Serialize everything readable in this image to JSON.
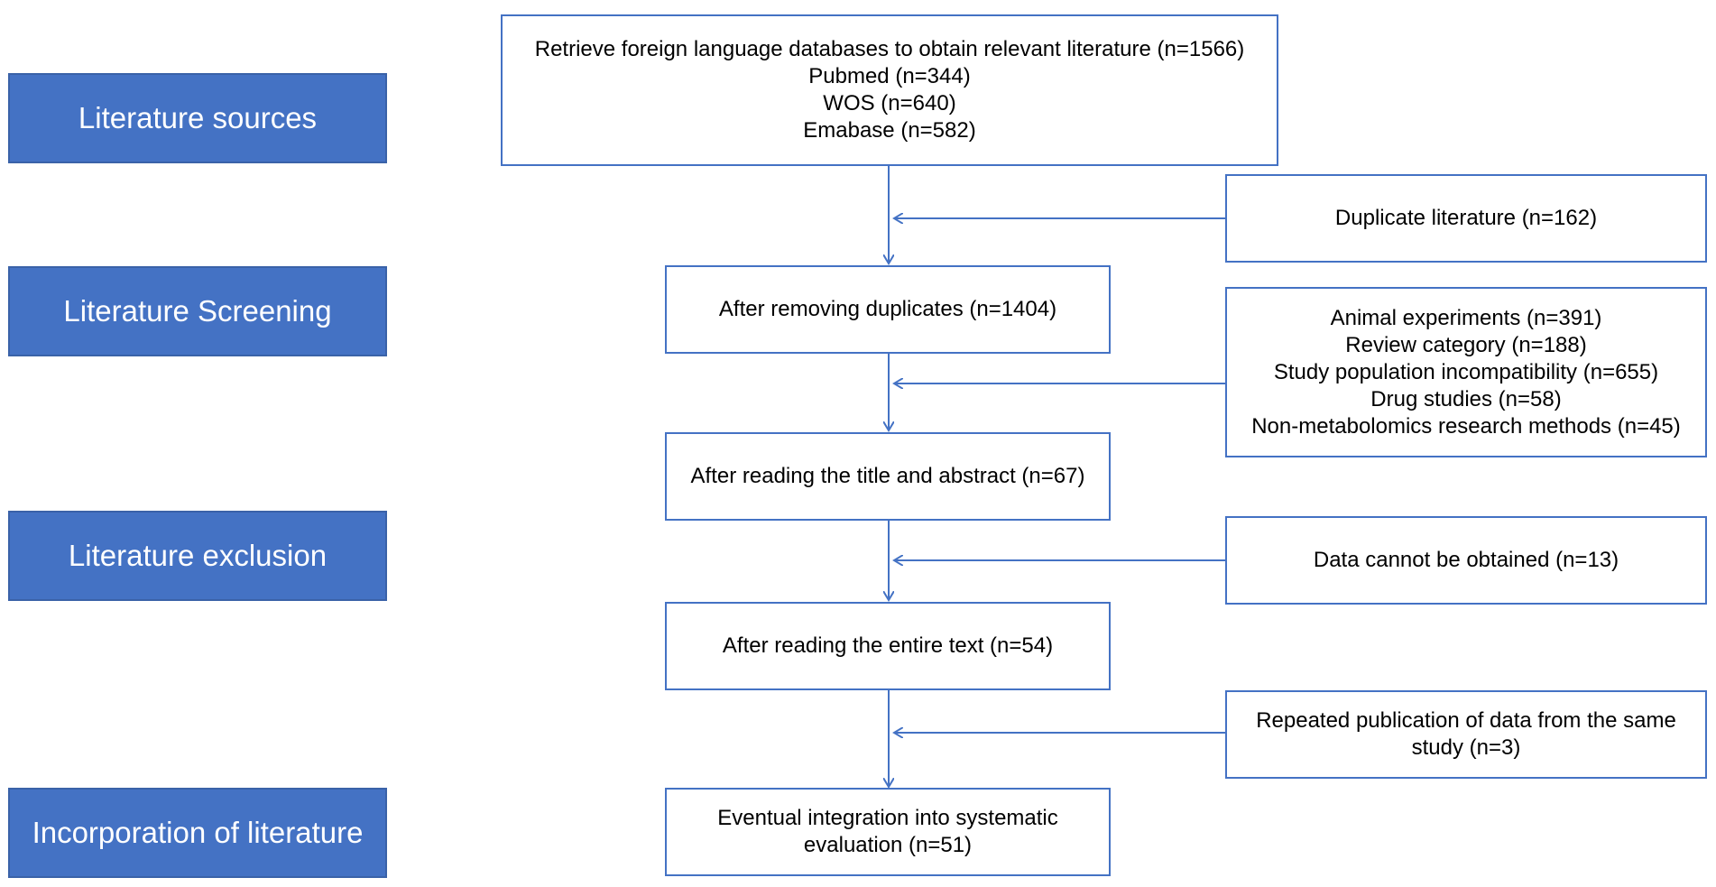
{
  "colors": {
    "label_fill": "#4472c4",
    "box_border": "#4472c4",
    "arrow": "#4472c4"
  },
  "stage_labels": {
    "sources": "Literature sources",
    "screening": "Literature Screening",
    "exclusion": "Literature exclusion",
    "incorporation": "Incorporation of literature"
  },
  "main_flow": {
    "retrieve": [
      "Retrieve foreign language databases to obtain relevant literature (n=1566)",
      "Pubmed (n=344)",
      "WOS (n=640)",
      "Emabase (n=582)"
    ],
    "after_duplicates": "After removing duplicates (n=1404)",
    "after_title_abstract": "After reading the title and abstract (n=67)",
    "after_full_text": "After reading the entire text (n=54)",
    "final": [
      "Eventual integration into systematic",
      "evaluation (n=51)"
    ]
  },
  "exclusions": {
    "duplicate": "Duplicate literature (n=162)",
    "screening": [
      "Animal experiments (n=391)",
      "Review category (n=188)",
      "Study population incompatibility (n=655)",
      "Drug studies (n=58)",
      "Non-metabolomics research methods (n=45)"
    ],
    "no_data": "Data cannot be obtained (n=13)",
    "repeated": [
      "Repeated publication of data from the same",
      "study (n=3)"
    ]
  }
}
